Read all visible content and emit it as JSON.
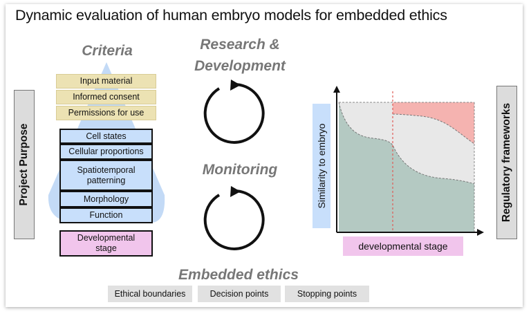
{
  "title": "Dynamic evaluation of human embryo models for embedded ethics",
  "left_bar": {
    "label": "Project Purpose"
  },
  "right_bar": {
    "label": "Regulatory frameworks"
  },
  "criteria": {
    "heading": "Criteria",
    "consent_items": [
      "Input material",
      "Informed consent",
      "Permissions for use"
    ],
    "feature_items": [
      "Cell states",
      "Cellular proportions",
      "Spatiotemporal\npatterning",
      "Morphology",
      "Function"
    ],
    "stage_item": "Developmental\nstage"
  },
  "cycles": {
    "research": "Research &\nDevelopment",
    "monitoring": "Monitoring",
    "embedded": "Embedded ethics"
  },
  "bottom_buttons": [
    "Ethical boundaries",
    "Decision points",
    "Stopping points"
  ],
  "chart_data": {
    "type": "area",
    "xlabel": "developmental stage",
    "ylabel": "Similarity to embryo",
    "title": "",
    "grid": false,
    "colors": {
      "embryo_model_band": "#b4c9c2",
      "uncertainty_band": "#e8e8e8",
      "exceeds_band": "#f5b3b0",
      "threshold_line": "#e05a55"
    }
  },
  "colors": {
    "beige": "#ece2b3",
    "blue": "#c8dffb",
    "pink": "#f1c5ec",
    "bar_gray": "#dcdcdc",
    "heading_gray": "#777777"
  }
}
